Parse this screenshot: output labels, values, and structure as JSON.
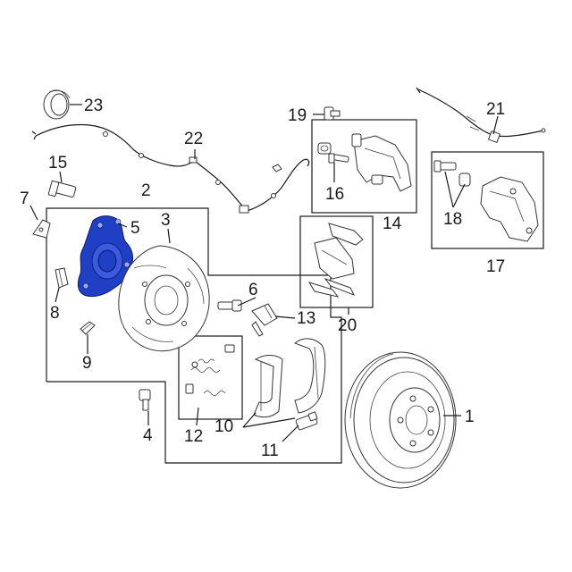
{
  "callouts": {
    "c1": "1",
    "c2": "2",
    "c3": "3",
    "c4": "4",
    "c5": "5",
    "c6": "6",
    "c7": "7",
    "c8": "8",
    "c9": "9",
    "c10": "10",
    "c11": "11",
    "c12": "12",
    "c13": "13",
    "c14": "14",
    "c15": "15",
    "c16": "16",
    "c17": "17",
    "c18": "18",
    "c19": "19",
    "c20": "20",
    "c21": "21",
    "c22": "22",
    "c23": "23"
  },
  "colors": {
    "highlight": "#1f3fc4",
    "line": "#1a1a1a",
    "background": "#ffffff"
  }
}
